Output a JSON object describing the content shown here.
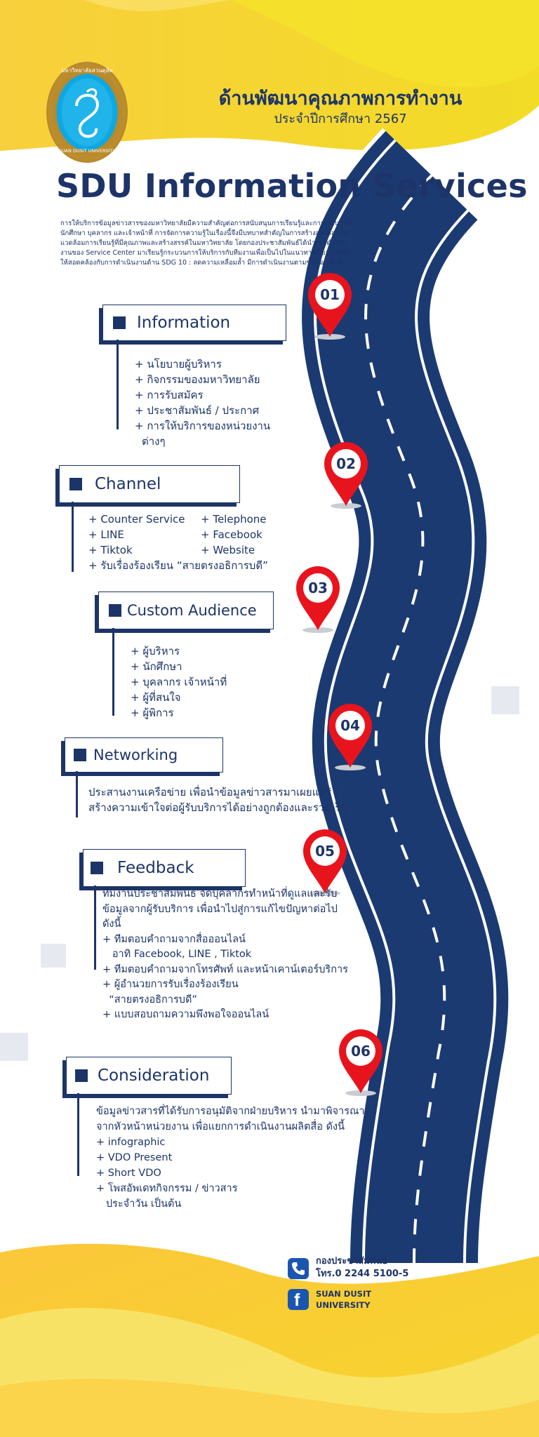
{
  "logo": {
    "arc_text_top": "มหาวิทยาลัยสวนดุสิต",
    "arc_text_bottom": "SUAN DUSIT UNIVERSITY"
  },
  "header": {
    "title": "ด้านพัฒนาคุณภาพการทำงาน",
    "subtitle": "ประจำปีการศึกษา 2567"
  },
  "main_title": "SDU Information Services",
  "intro": "การให้บริการข้อมูลข่าวสารของมหาวิทยาลัยมีความสำคัญต่อการสนับสนุนการเรียนรู้และการพัฒนาของนักศึกษา บุคลากร และเจ้าหน้าที่ การจัดการความรู้ในเรื่องนี้จึงมีบทบาทสำคัญในการสร้างสรรค์สภาพแวดล้อมการเรียนรู้ที่มีคุณภาพและสร้างสรรค์ในมหาวิทยาลัย โดยกองประชาสัมพันธ์ได้นำการดำเนินงานของ Service Center มาเรียนรู้กระบวนการให้บริการกับทีมงานเพื่อเป็นไปในแนวทางเดียวกัน เพื่อให้สอดคล้องกับการดำเนินงานด้าน SDG 10 : ลดความเหลื่อมล้ำ มีการดำเนินงานตามขั้นตอน ดังนี้",
  "colors": {
    "navy": "#1d3468",
    "yellow": "#f5d328",
    "pin_red": "#e8141d",
    "road": "#1b3a72"
  },
  "sections": [
    {
      "pin": "01",
      "label": "Information",
      "items": [
        "+ นโยบายผู้บริหาร",
        "+ กิจกรรมของมหาวิทยาลัย",
        "+ การรับสมัคร",
        "+ ประชาสัมพันธ์ / ประกาศ",
        "+ การให้บริการของหน่วยงาน",
        "ต่างๆ"
      ]
    },
    {
      "pin": "02",
      "label": "Channel",
      "col1": [
        "+ Counter Service",
        "+ LINE",
        "+ Tiktok"
      ],
      "col2": [
        "+ Telephone",
        "+ Facebook",
        "+ Website"
      ],
      "last": "+ รับเรื่องร้องเรียน  “สายตรงอธิการบดี”"
    },
    {
      "pin": "03",
      "label": "Custom Audience",
      "items": [
        "+ ผู้บริหาร",
        "+ นักศึกษา",
        "+ บุคลากร เจ้าหน้าที่",
        "+ ผู้ที่สนใจ",
        "+ ผู้พิการ"
      ]
    },
    {
      "pin": "04",
      "label": "Networking",
      "text": [
        "ประสานงานเครือข่าย เพื่อนำข้อมูลข่าวสารมาเผยแพร่ /",
        "สร้างความเข้าใจต่อผู้รับบริการได้อย่างถูกต้องและรวดเร็ว"
      ]
    },
    {
      "pin": "05",
      "label": "Feedback",
      "items": [
        "ทีมงานประชาสัมพันธ์ จัดบุคลากรทำหน้าที่ดูแลและรับ",
        "ข้อมูลจากผู้รับบริการ เพื่อนำไปสู่การแก้ไขปัญหาต่อไป",
        "ดังนี้",
        "+ ทีมตอบคำถามจากสื่อออนไลน์",
        "   อาทิ Facebook, LINE , Tiktok",
        "+ ทีมตอบคำถามจากโทรศัพท์ และหน้าเคาน์เตอร์บริการ",
        "+ ผู้อำนวยการรับเรื่องร้องเรียน",
        "  “สายตรงอธิการบดี”",
        "+ แบบสอบถามความพึงพอใจออนไลน์"
      ]
    },
    {
      "pin": "06",
      "label": "Consideration",
      "items": [
        "ข้อมูลข่าวสารที่ได้รับการอนุมัติจากฝ่ายบริหาร นำมาพิจารณา",
        "จากหัวหน้าหน่วยงาน เพื่อแยกการดำเนินงานผลิตสื่อ ดังนี้",
        "+ infographic",
        "+ VDO Present",
        "+ Short VDO",
        "+ โพสอัพเดทกิจกรรม / ข่าวสาร",
        "   ประจำวัน เป็นต้น"
      ]
    }
  ],
  "contact": {
    "phone_line1": "กองประชาสัมพันธ์",
    "phone_line2": "โทร.0 2244 5100-5",
    "fb_line1": "SUAN DUSIT",
    "fb_line2": "UNIVERSITY",
    "phone_icon": "phone-icon",
    "fb_icon": "facebook-icon"
  }
}
